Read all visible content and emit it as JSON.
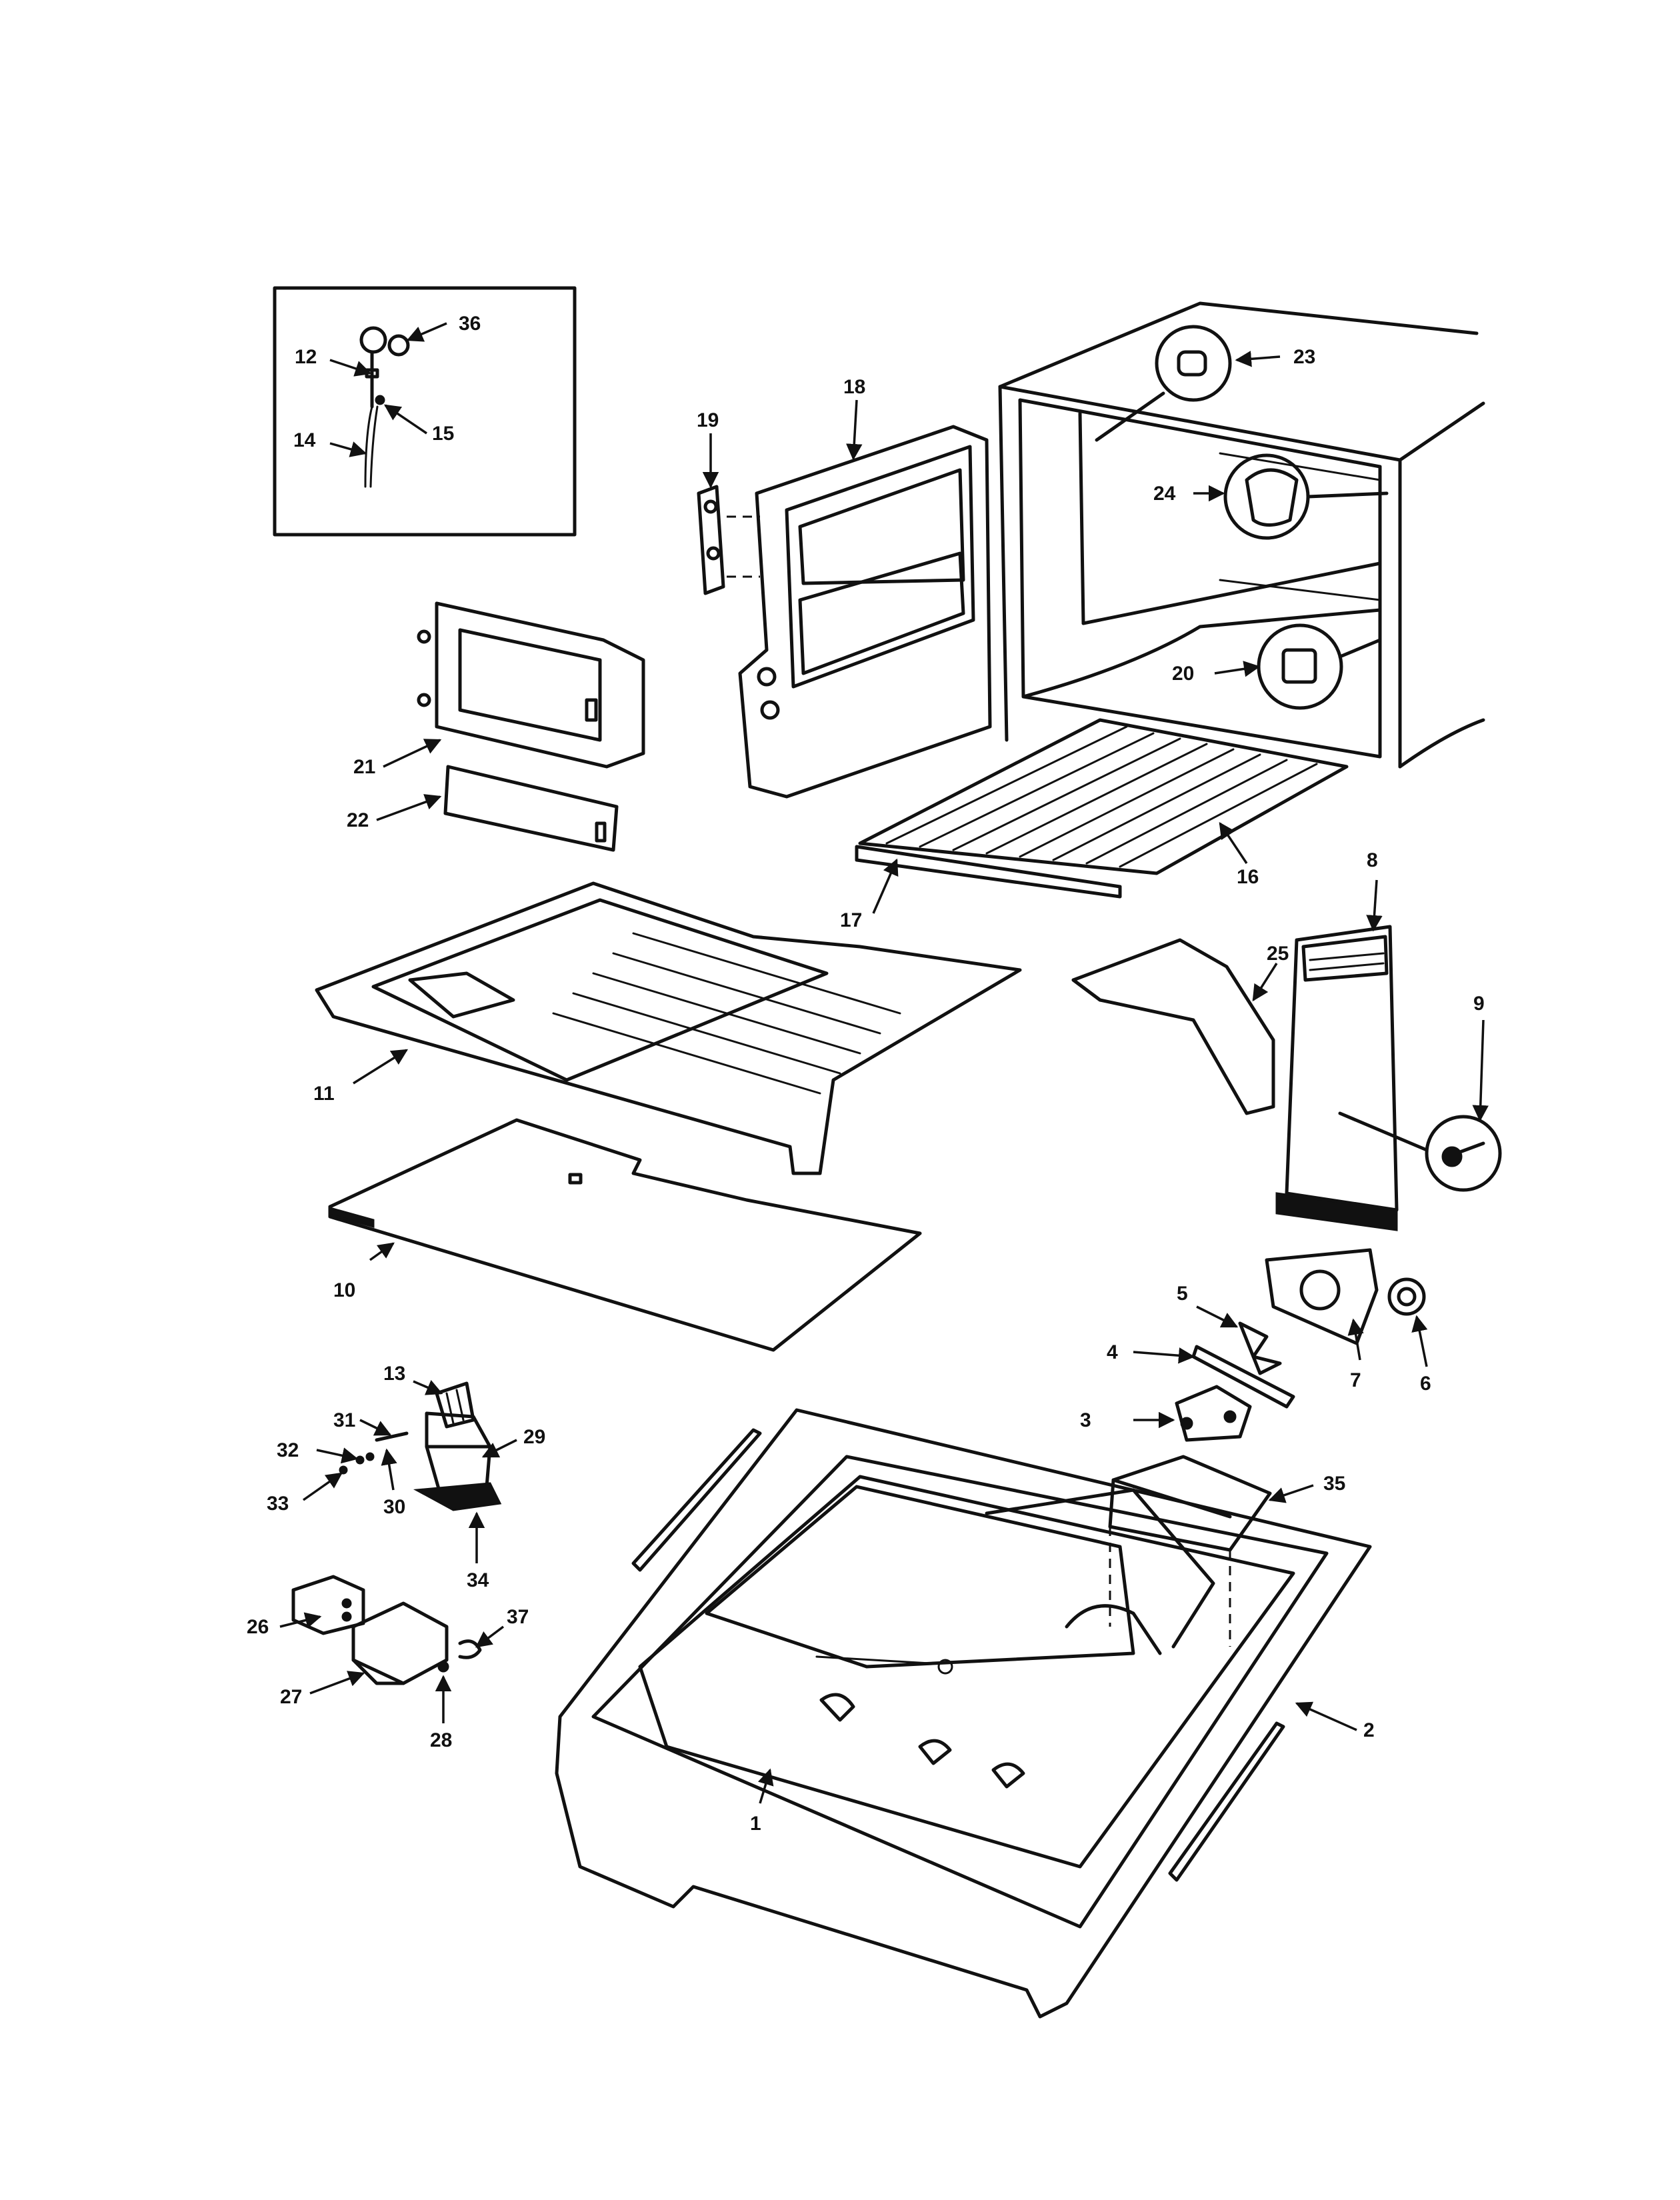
{
  "diagram": {
    "callouts": {
      "c1": "1",
      "c2": "2",
      "c3": "3",
      "c4": "4",
      "c5": "5",
      "c6": "6",
      "c7": "7",
      "c8": "8",
      "c9": "9",
      "c10": "10",
      "c11": "11",
      "c12": "12",
      "c13": "13",
      "c14": "14",
      "c15": "15",
      "c16": "16",
      "c17": "17",
      "c18": "18",
      "c19": "19",
      "c20": "20",
      "c21": "21",
      "c22": "22",
      "c23": "23",
      "c24": "24",
      "c25": "25",
      "c26": "26",
      "c27": "27",
      "c28": "28",
      "c29": "29",
      "c30": "30",
      "c31": "31",
      "c32": "32",
      "c33": "33",
      "c34": "34",
      "c35": "35",
      "c36": "36",
      "c37": "37"
    }
  }
}
